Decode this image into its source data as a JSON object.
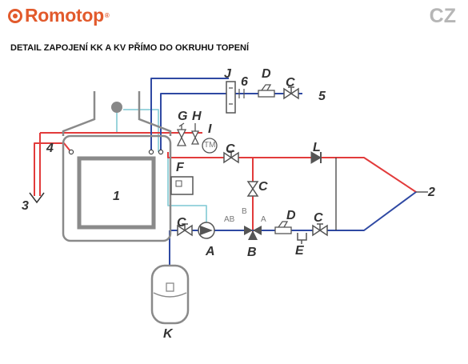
{
  "brand": {
    "name": "Romotop",
    "reg": "®"
  },
  "lang": "CZ",
  "title": "DETAIL ZAPOJENÍ KK A KV PŘÍMO DO OKRUHU TOPENÍ",
  "colors": {
    "hot": "#e23b3b",
    "cold": "#2f49a3",
    "hx": "#8fcfd9",
    "frame": "#8a8a8a",
    "valve": "#555555",
    "brand": "#e25a2c",
    "label": "#333333"
  },
  "labels": {
    "n1": "1",
    "n2": "2",
    "n3": "3",
    "n4": "4",
    "n5": "5",
    "n6": "6",
    "A": "A",
    "B": "B",
    "C": "C",
    "D": "D",
    "E": "E",
    "F": "F",
    "G": "G",
    "H": "H",
    "I": "I",
    "J": "J",
    "K": "K",
    "L": "L"
  },
  "ports": {
    "ab": "AB",
    "a": "A",
    "b": "B"
  },
  "thermometer": "TM"
}
